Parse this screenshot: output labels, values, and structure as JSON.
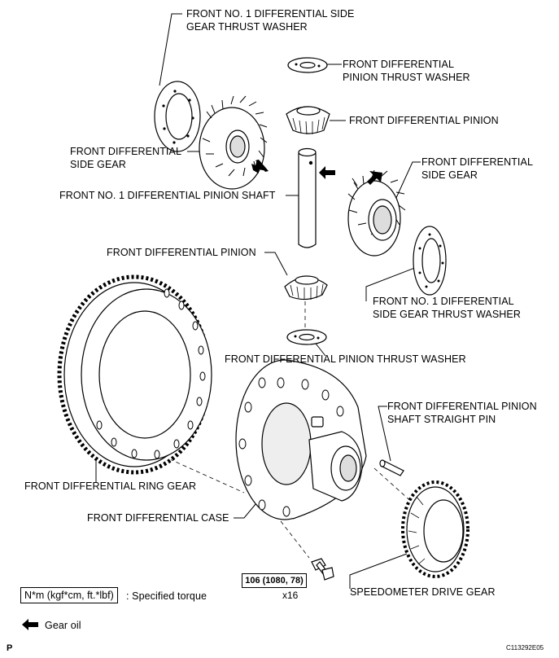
{
  "labels": {
    "side_washer_top": "FRONT NO. 1 DIFFERENTIAL SIDE\nGEAR THRUST WASHER",
    "pinion_washer_top": "FRONT DIFFERENTIAL\nPINION THRUST WASHER",
    "pinion_top": "FRONT DIFFERENTIAL PINION",
    "side_gear_left": "FRONT DIFFERENTIAL\nSIDE GEAR",
    "side_gear_right": "FRONT DIFFERENTIAL\nSIDE GEAR",
    "pinion_shaft": "FRONT NO. 1 DIFFERENTIAL PINION SHAFT",
    "pinion_mid": "FRONT DIFFERENTIAL PINION",
    "side_washer_right": "FRONT NO. 1 DIFFERENTIAL\nSIDE GEAR THRUST WASHER",
    "pinion_washer_mid": "FRONT DIFFERENTIAL PINION THRUST WASHER",
    "straight_pin": "FRONT DIFFERENTIAL PINION\nSHAFT STRAIGHT PIN",
    "ring_gear": "FRONT DIFFERENTIAL RING GEAR",
    "case": "FRONT DIFFERENTIAL CASE",
    "speedo_gear": "SPEEDOMETER DRIVE GEAR"
  },
  "torque": {
    "value": "106 (1080, 78)",
    "count": "x16"
  },
  "legend": {
    "torque_units": "N*m (kgf*cm, ft.*lbf)",
    "torque_text": ": Specified torque",
    "gear_oil": "Gear oil"
  },
  "footer": {
    "corner_mark": "P",
    "figure_code": "C113292E05"
  }
}
